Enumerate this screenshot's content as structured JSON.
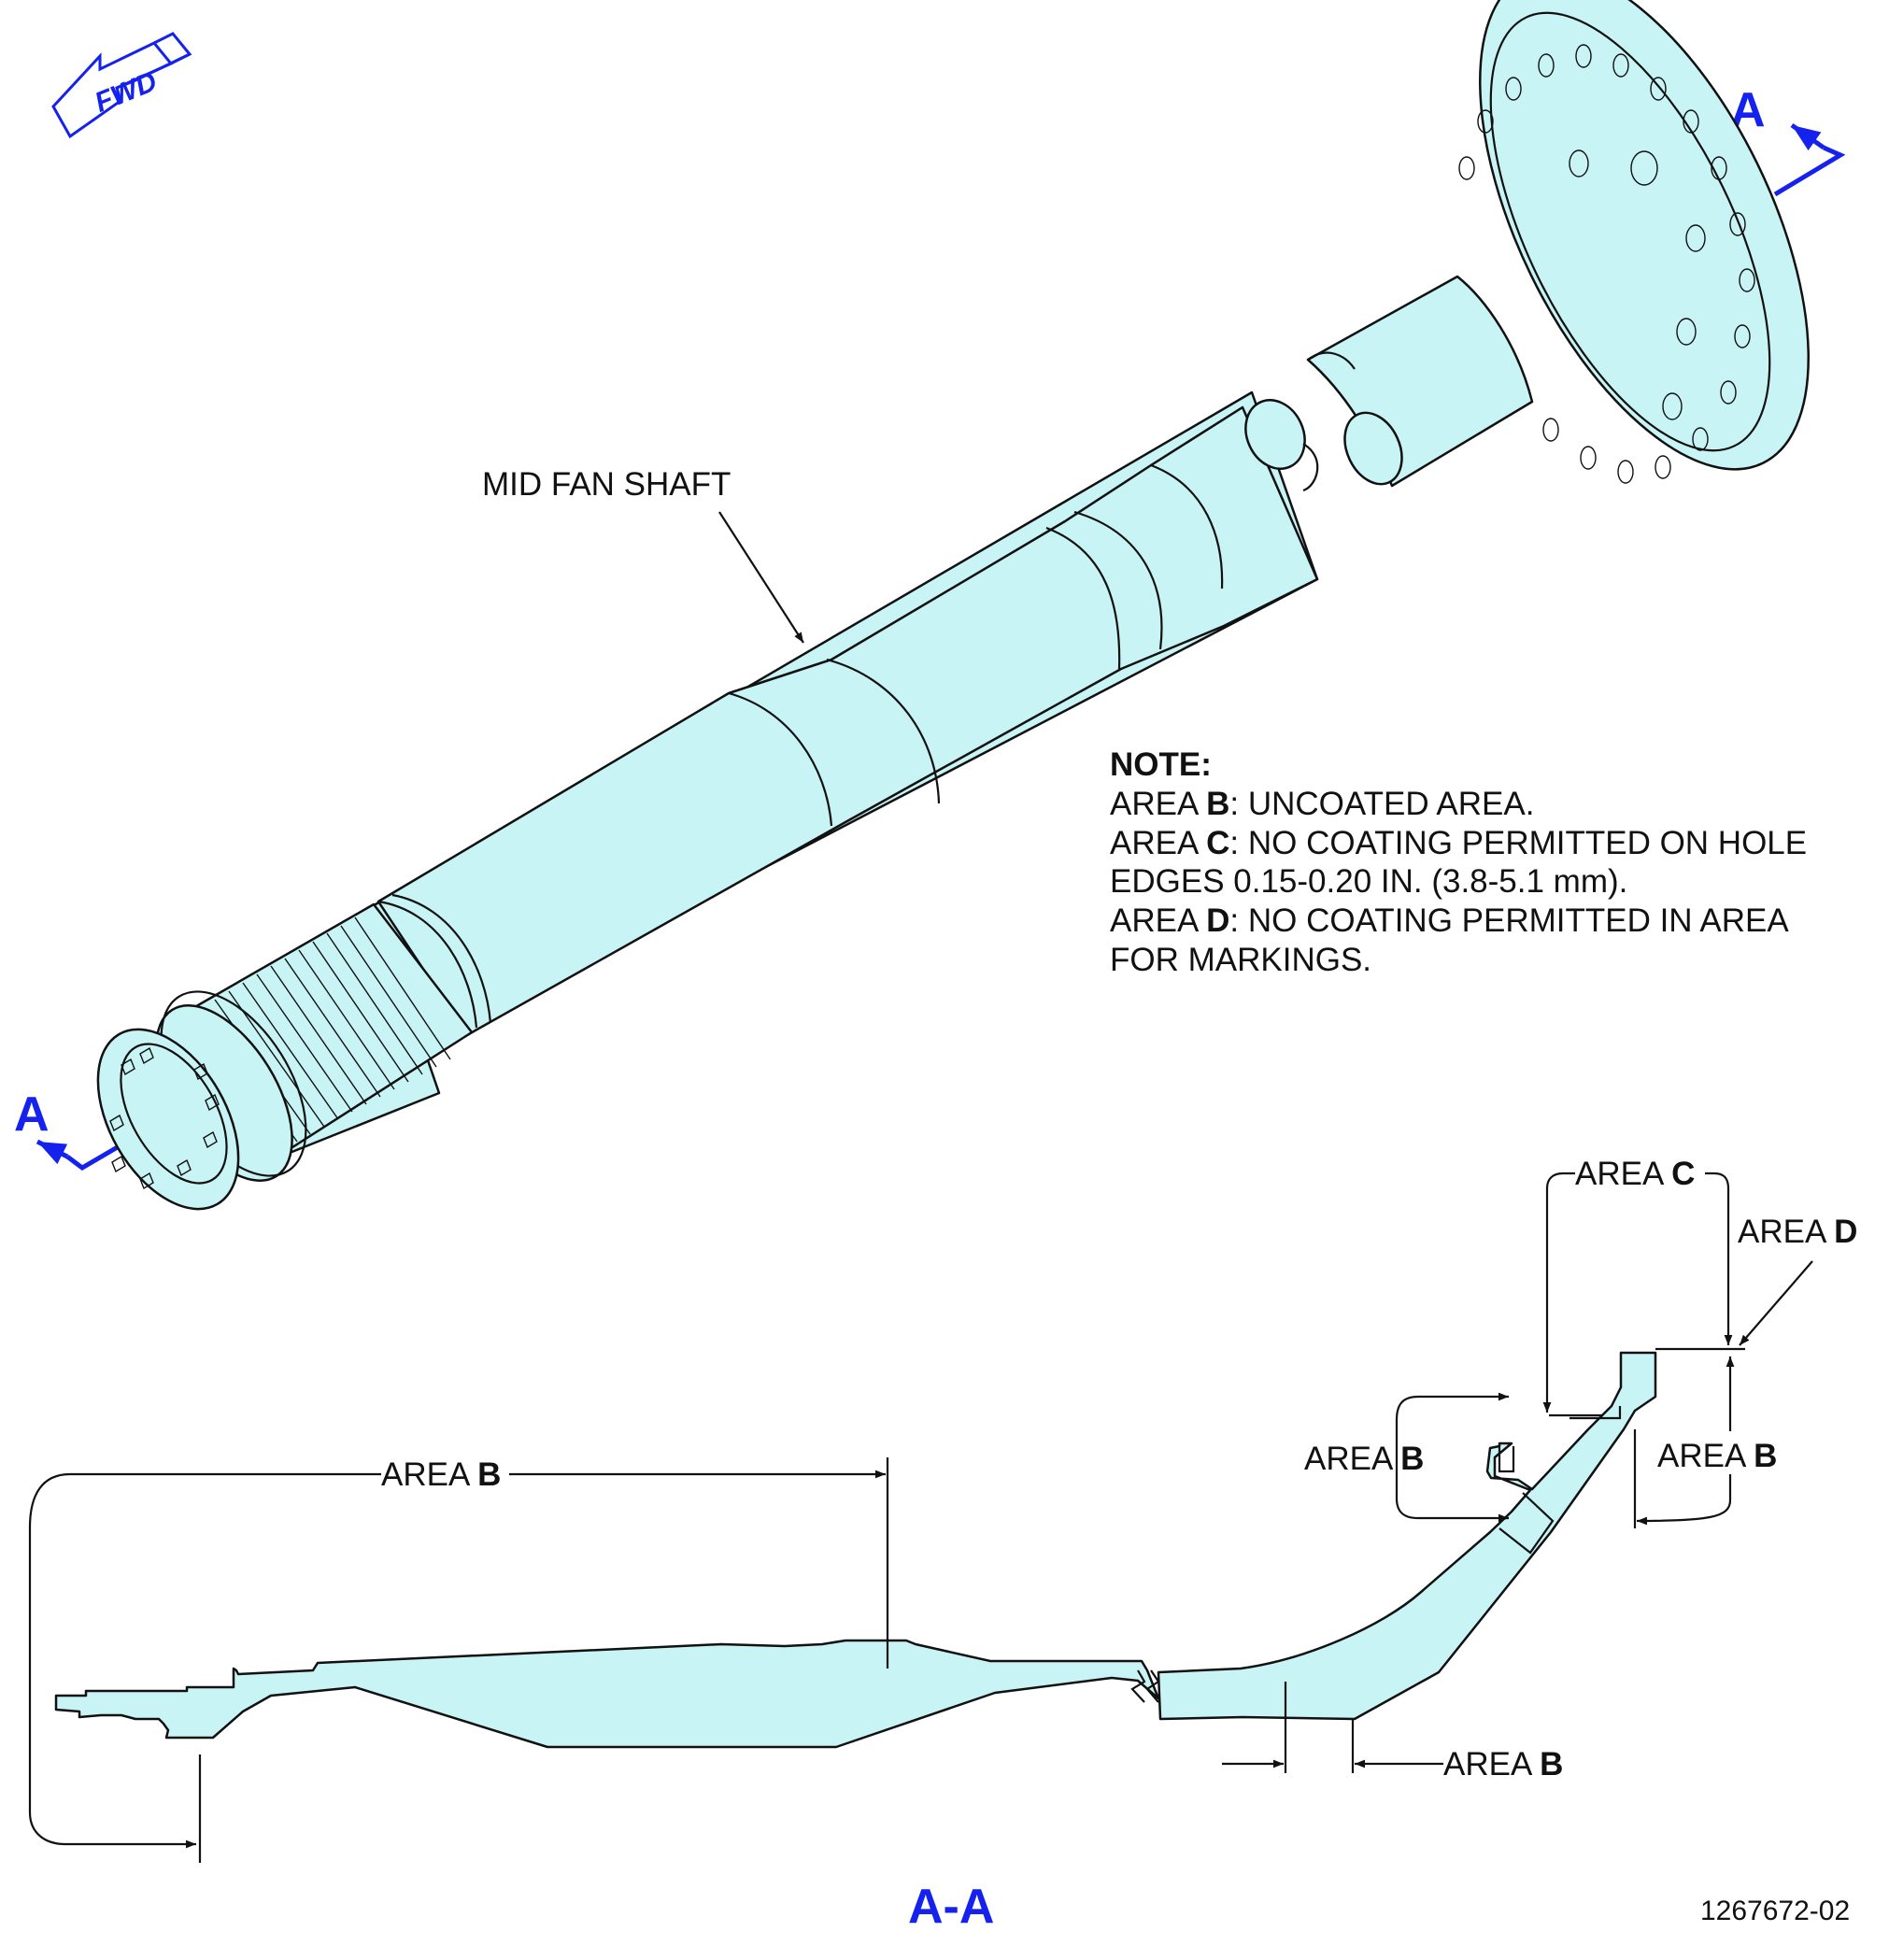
{
  "fwd_label": "FWD",
  "section_marker": "A",
  "shaft_label": "MID FAN SHAFT",
  "note": {
    "title": "NOTE:",
    "lines": [
      {
        "prefix": "AREA ",
        "bold": "B",
        "rest": ": UNCOATED AREA."
      },
      {
        "prefix": "AREA ",
        "bold": "C",
        "rest": ": NO COATING PERMITTED ON HOLE"
      },
      {
        "prefix": "",
        "bold": "",
        "rest": "EDGES 0.15-0.20 IN. (3.8-5.1 mm)."
      },
      {
        "prefix": "AREA ",
        "bold": "D",
        "rest": ": NO COATING PERMITTED IN AREA"
      },
      {
        "prefix": "",
        "bold": "",
        "rest": "FOR MARKINGS."
      }
    ]
  },
  "area_prefix": "AREA ",
  "areas": {
    "b": "B",
    "c": "C",
    "d": "D"
  },
  "section_title": "A-A",
  "figure_number": "1267672-02",
  "colors": {
    "part_fill": "#c8f4f6",
    "section_marker": "#1522ee",
    "line": "#111111"
  }
}
